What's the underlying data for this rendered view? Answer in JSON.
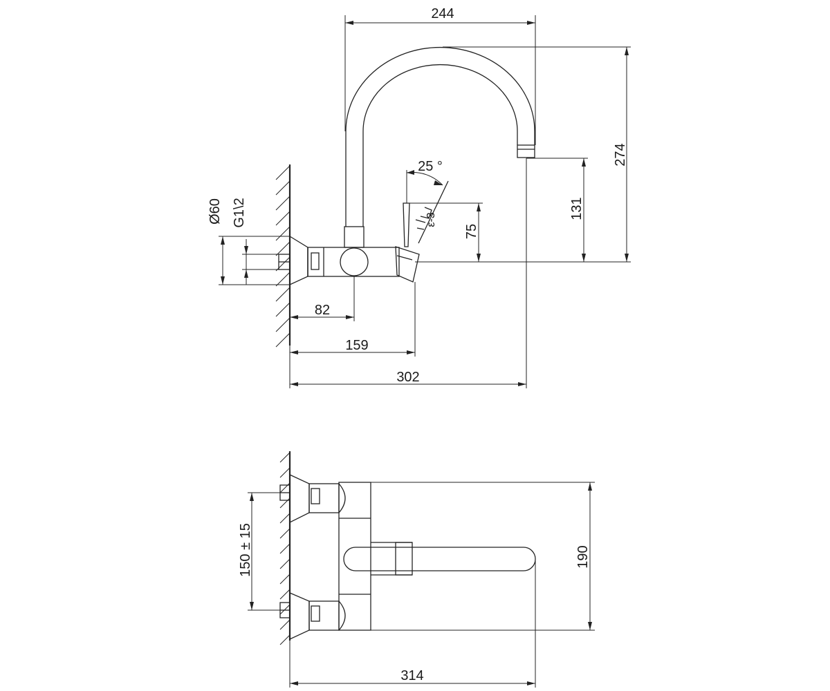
{
  "side_view": {
    "dimensions": {
      "spout_reach": "244",
      "total_height": "274",
      "spout_outlet_height": "131",
      "lever_height": "75",
      "body_axis": "82",
      "lever_depth": "159",
      "spout_projection": "302",
      "flange_diameter": "Ø60",
      "thread": "G1\\2",
      "lever_angle": "25 °",
      "rotation_label": "ε-3"
    }
  },
  "top_view": {
    "dimensions": {
      "inlet_spacing": "150 ± 15",
      "body_width": "190",
      "total_depth": "314"
    }
  }
}
